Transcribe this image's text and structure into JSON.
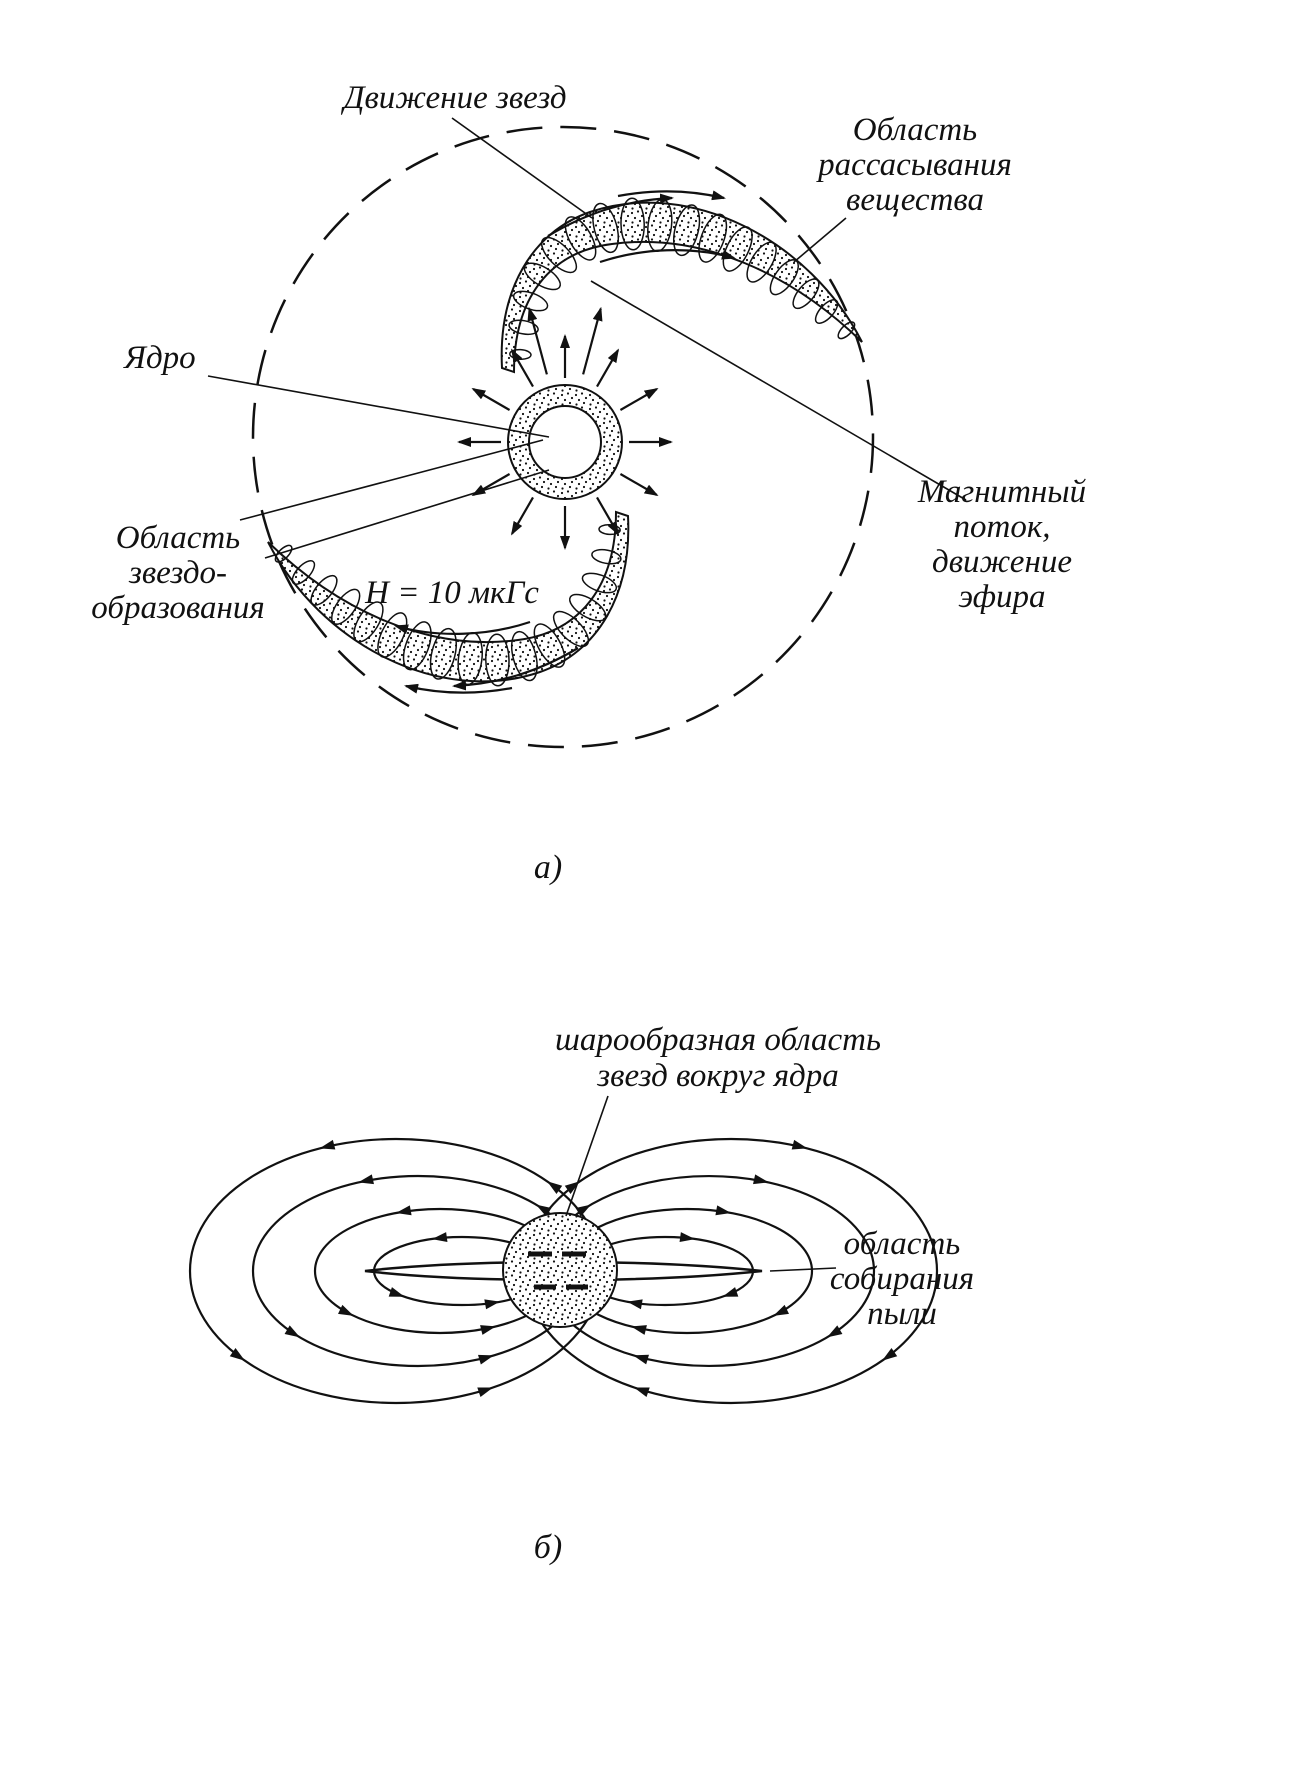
{
  "ink": "#111111",
  "figure_a": {
    "caption": "а)",
    "labels": {
      "star_motion": "Движение звезд",
      "dissipation": [
        "Область",
        "рассасывания",
        "вещества"
      ],
      "core": "Ядро",
      "star_formation": [
        "Область",
        "звездо-",
        "образования"
      ],
      "field_strength": "Н = 10 мкГс",
      "magnetic_flux": [
        "Магнитный",
        "поток,",
        "движение",
        "эфира"
      ]
    }
  },
  "figure_b": {
    "caption": "б)",
    "labels": {
      "spherical_region": [
        "шарообразная область",
        "звезд вокруг ядра"
      ],
      "dust_collection": [
        "область",
        "собирания",
        "пыли"
      ]
    }
  }
}
